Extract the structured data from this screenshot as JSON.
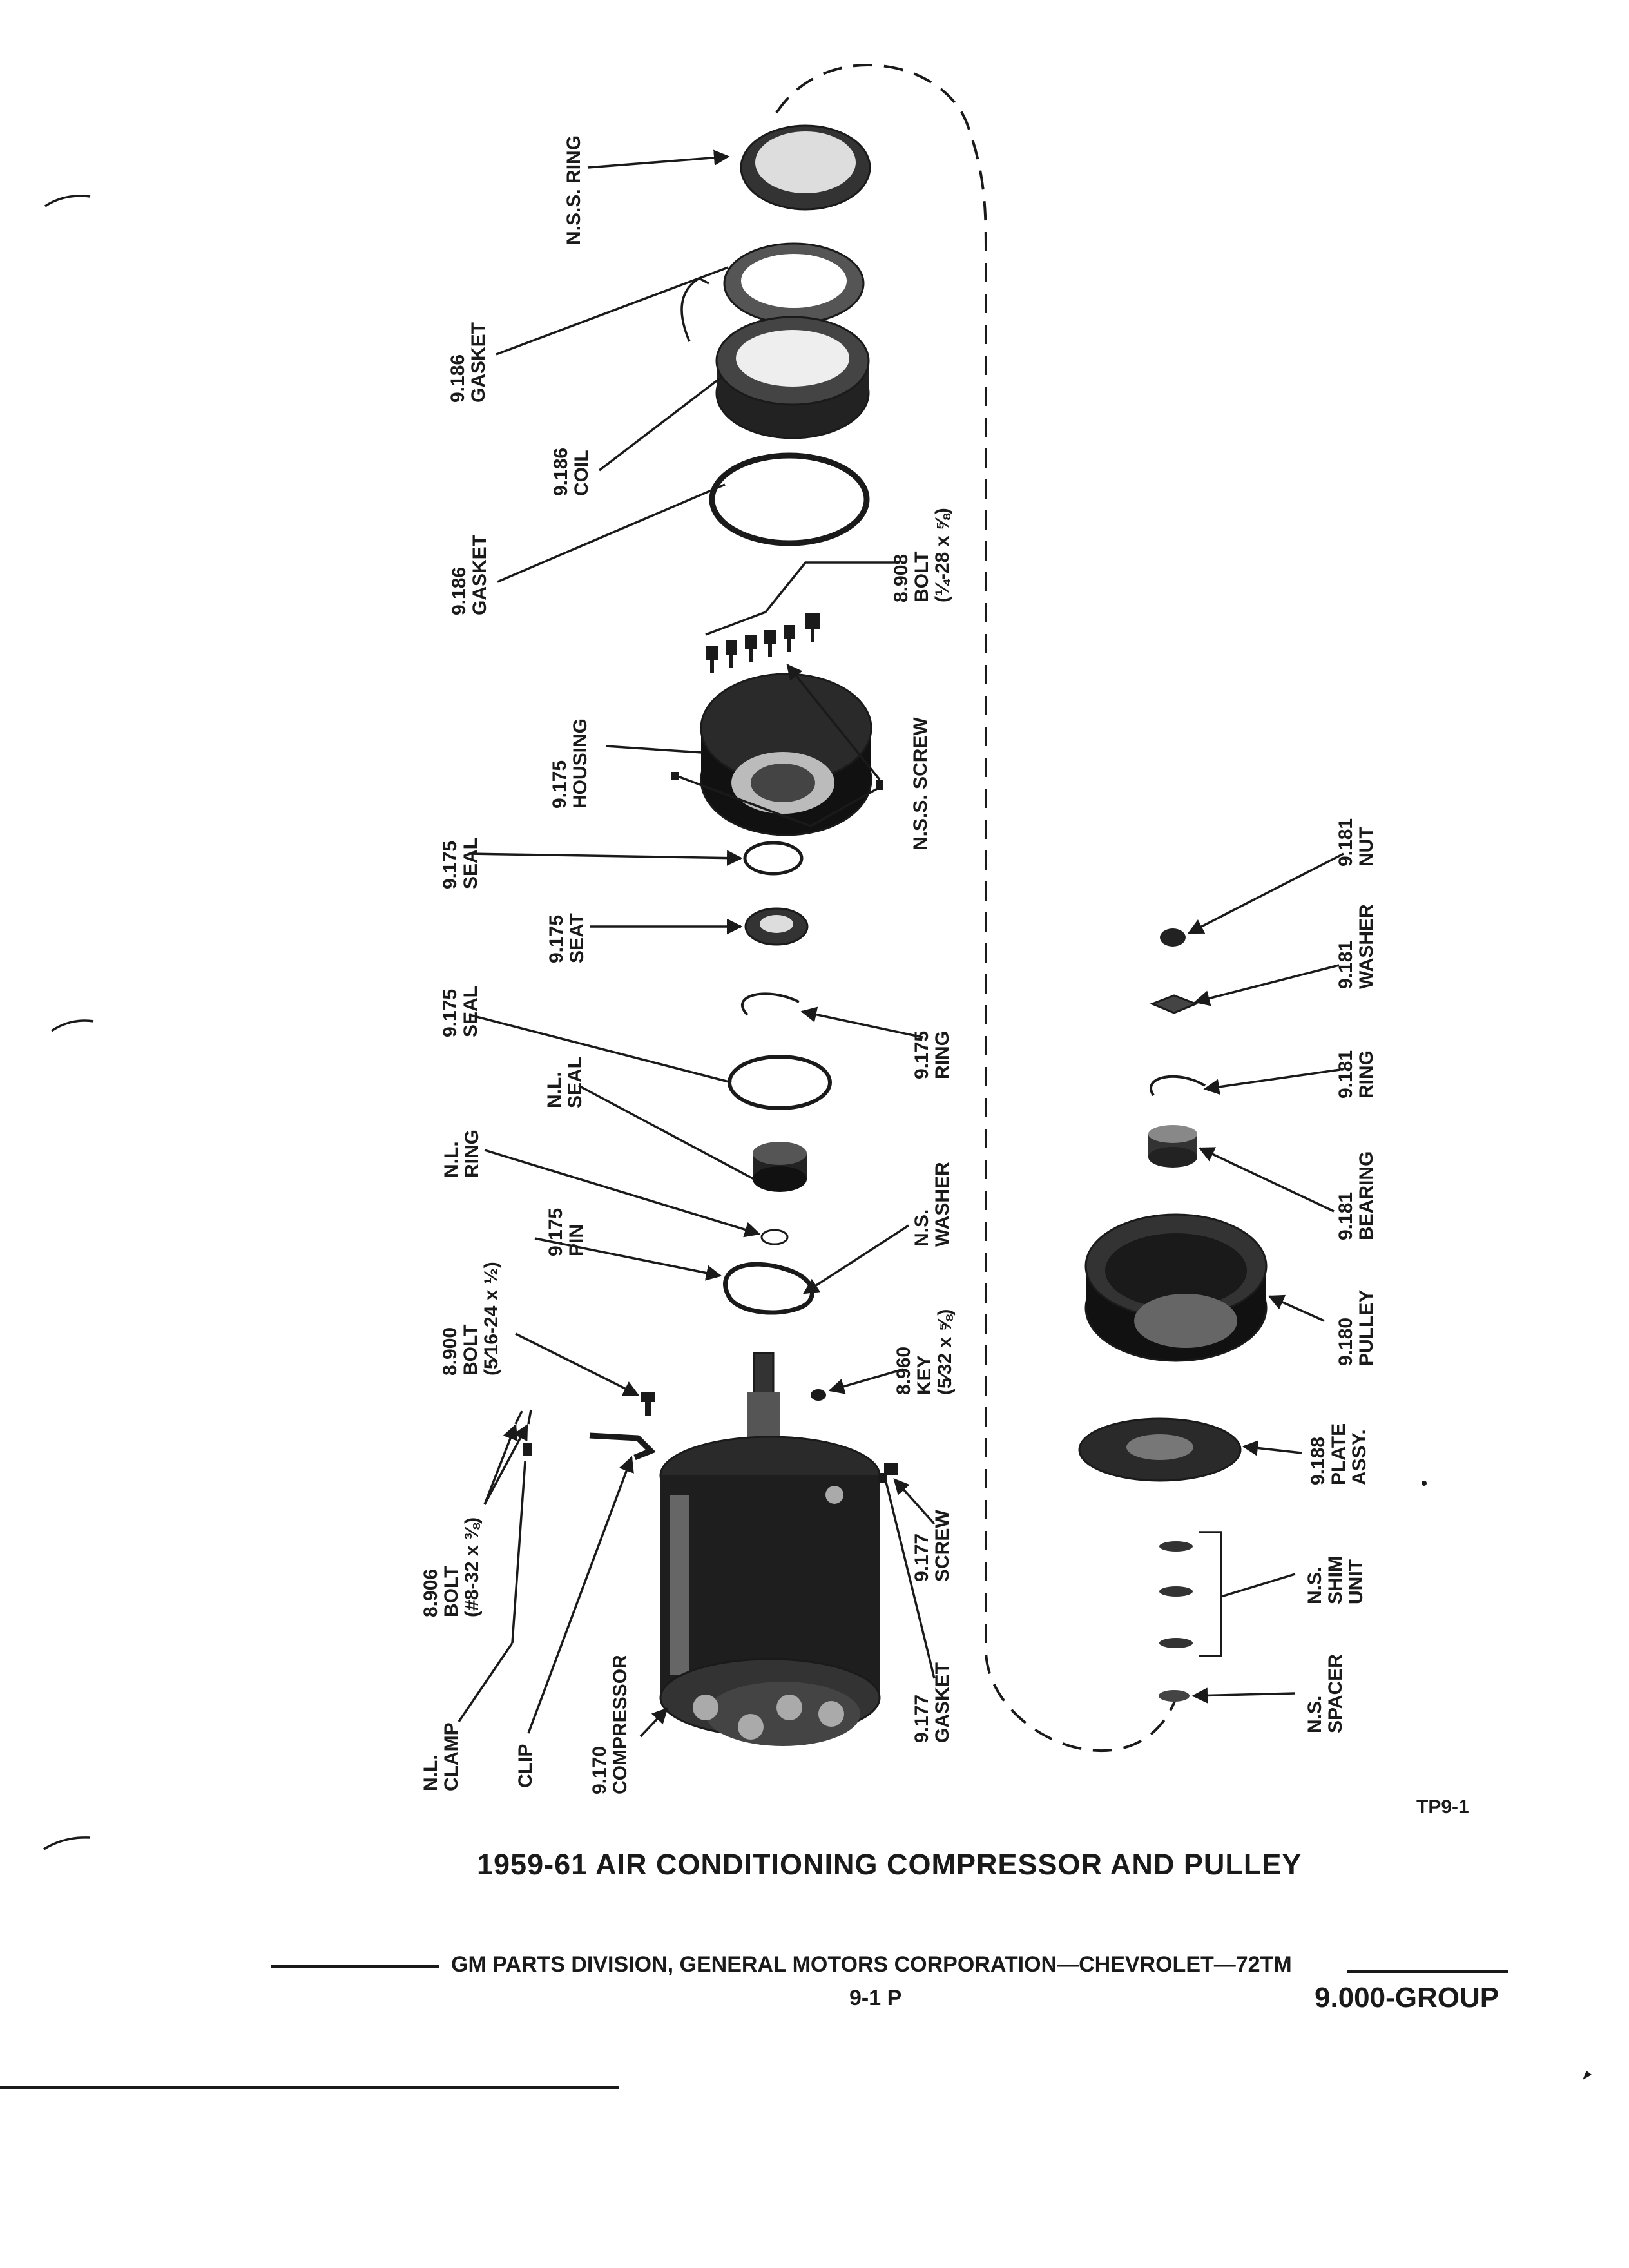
{
  "document": {
    "title": "1959-61 AIR CONDITIONING COMPRESSOR AND PULLEY",
    "plate_id": "TP9-1",
    "publisher": "GM PARTS DIVISION, GENERAL MOTORS CORPORATION—CHEVROLET—72TM",
    "page_number": "9-1 P",
    "group": "9.000-GROUP"
  },
  "callouts": {
    "nss_ring": [
      "N.S.S. RING"
    ],
    "gasket_top": [
      "9.186",
      "GASKET"
    ],
    "coil": [
      "9.186",
      "COIL"
    ],
    "gasket_lower": [
      "9.186",
      "GASKET"
    ],
    "bolt_8908": [
      "8.908",
      "BOLT",
      "(¼-28 x ⅝)"
    ],
    "housing": [
      "9.175",
      "HOUSING"
    ],
    "nss_screw": [
      "N.S.S. SCREW"
    ],
    "seal_upper": [
      "9.175",
      "SEAL"
    ],
    "seat": [
      "9.175",
      "SEAT"
    ],
    "ring_9175": [
      "9.175",
      "RING"
    ],
    "seal_lower": [
      "9.175",
      "SEAL"
    ],
    "nl_seal": [
      "N.L.",
      "SEAL"
    ],
    "nl_ring": [
      "N.L.",
      "RING"
    ],
    "pin": [
      "9.175",
      "PIN"
    ],
    "ns_washer": [
      "N.S.",
      "WASHER"
    ],
    "bolt_8900": [
      "8.900",
      "BOLT",
      "(5⁄16-24 x ½)"
    ],
    "key": [
      "8.960",
      "KEY",
      "(5⁄32 x ⅝)"
    ],
    "bolt_8906": [
      "8.906",
      "BOLT",
      "(#8-32 x ⅜)"
    ],
    "nl_clamp": [
      "N.L.",
      "CLAMP"
    ],
    "clip": [
      "CLIP"
    ],
    "compressor": [
      "9.170",
      "COMPRESSOR"
    ],
    "gasket_9177": [
      "9.177",
      "GASKET"
    ],
    "screw_9177": [
      "9.177",
      "SCREW"
    ],
    "nut": [
      "9.181",
      "NUT"
    ],
    "washer_9181": [
      "9.181",
      "WASHER"
    ],
    "ring_9181": [
      "9.181",
      "RING"
    ],
    "bearing": [
      "9.181",
      "BEARING"
    ],
    "pulley": [
      "9.180",
      "PULLEY"
    ],
    "plate_assy": [
      "9.188",
      "PLATE",
      "ASSY."
    ],
    "shim_unit": [
      "N.S.",
      "SHIM",
      "UNIT"
    ],
    "spacer": [
      "N.S.",
      "SPACER"
    ]
  }
}
